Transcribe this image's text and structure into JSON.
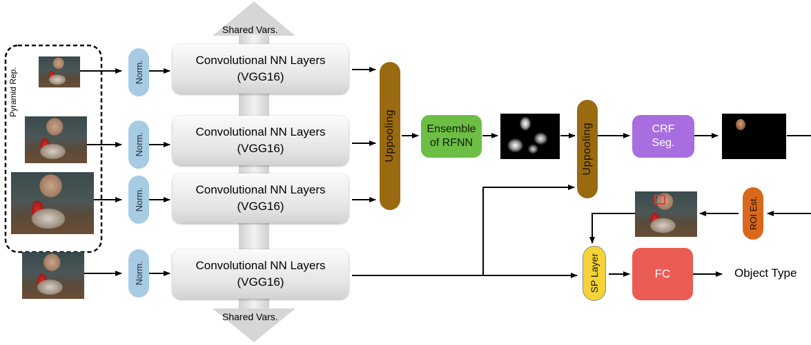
{
  "pyramid_label": "Pyramid Rep.",
  "shared_vars_top": "Shared Vars.",
  "shared_vars_bottom": "Shared Vars.",
  "norm_label": "Norm.",
  "conv": [
    {
      "line1": "Convolutional NN Layers",
      "line2": "(VGG16)"
    },
    {
      "line1": "Convolutional NN Layers",
      "line2": "(VGG16)"
    },
    {
      "line1": "Convolutional NN Layers",
      "line2": "(VGG16)"
    },
    {
      "line1": "Convolutional NN Layers",
      "line2": "(VGG16)"
    }
  ],
  "uppooling_label": "Uppooling",
  "ensemble": {
    "line1": "Ensemble",
    "line2": "of RFNN"
  },
  "crf": {
    "line1": "CRF",
    "line2": "Seg."
  },
  "roi_label": "ROI Est.",
  "sp_layer_label": "SP Layer",
  "fc_label": "FC",
  "object_type_label": "Object Type",
  "colors": {
    "norm": "#a7cbe3",
    "uppooling": "#9a6a10",
    "ensemble": "#6dbe45",
    "crf": "#a86ee0",
    "roi": "#d9681c",
    "sp_layer": "#f3d338",
    "fc": "#eb5c55"
  }
}
